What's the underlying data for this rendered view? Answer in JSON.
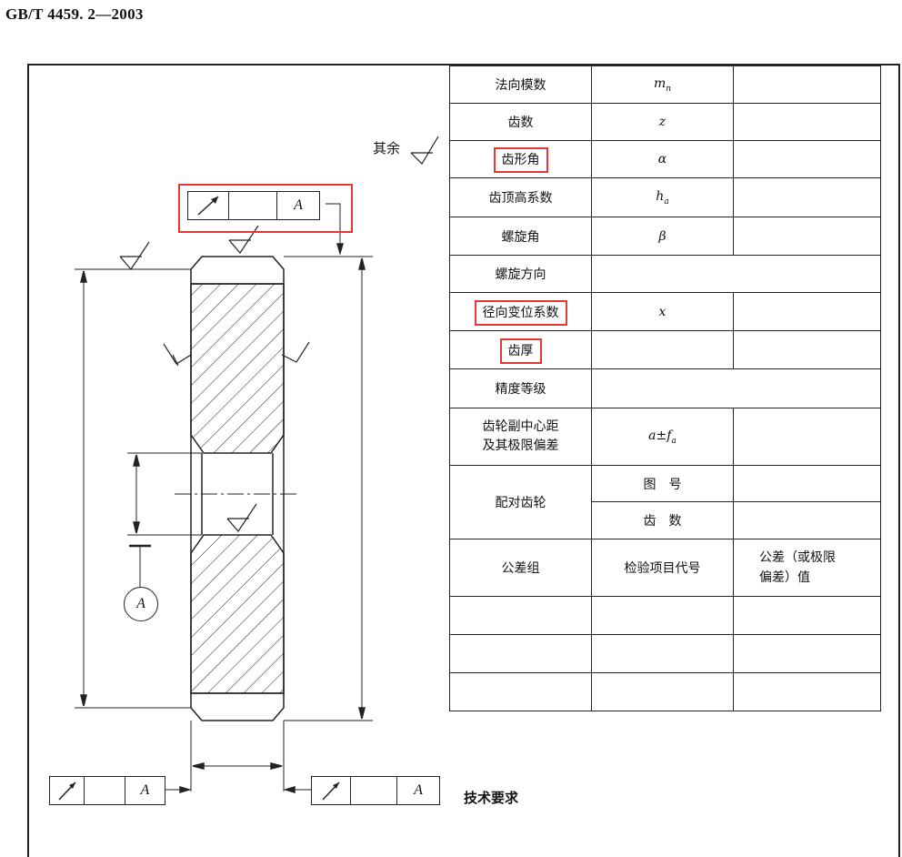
{
  "header": {
    "standard_code": "GB/T 4459. 2—2003"
  },
  "drawing": {
    "remaining_finish_label": "其余",
    "tech_requirements_label": "技术要求",
    "datum_label": "A",
    "fcf_top": {
      "icon": "runout-arrow-icon",
      "datum": "A"
    },
    "fcf_bottom_left": {
      "icon": "runout-arrow-icon",
      "datum": "A"
    },
    "fcf_bottom_right": {
      "icon": "runout-arrow-icon",
      "datum": "A"
    }
  },
  "params_table": {
    "rows": [
      {
        "label": "法向模数",
        "symbol": "m",
        "symbol_sub": "n",
        "value": ""
      },
      {
        "label": "齿数",
        "symbol": "z",
        "value": ""
      },
      {
        "label": "齿形角",
        "symbol": "α",
        "value": "",
        "highlight": true
      },
      {
        "label": "齿顶高系数",
        "symbol": "h",
        "symbol_sub": "a",
        "value": ""
      },
      {
        "label": "螺旋角",
        "symbol": "β",
        "value": ""
      },
      {
        "label": "螺旋方向",
        "symbol": "",
        "value": "",
        "merged": true
      },
      {
        "label": "径向变位系数",
        "symbol": "x",
        "value": "",
        "highlight": true
      },
      {
        "label": "齿厚",
        "symbol": "",
        "value": "",
        "highlight": true
      },
      {
        "label": "精度等级",
        "symbol": "",
        "value": "",
        "merged": true
      },
      {
        "label_line1": "齿轮副中心距",
        "label_line2": "及其极限偏差",
        "symbol": "a±f",
        "symbol_sub": "a",
        "value": ""
      }
    ],
    "mating_gear": {
      "label": "配对齿轮",
      "sub1": "图　号",
      "sub2": "齿　数"
    },
    "tolerance_header": {
      "col1": "公差组",
      "col2": "检验项目代号",
      "col3_line1": "公差（或极限",
      "col3_line2": "偏差）值"
    },
    "empty_rows": 3
  }
}
